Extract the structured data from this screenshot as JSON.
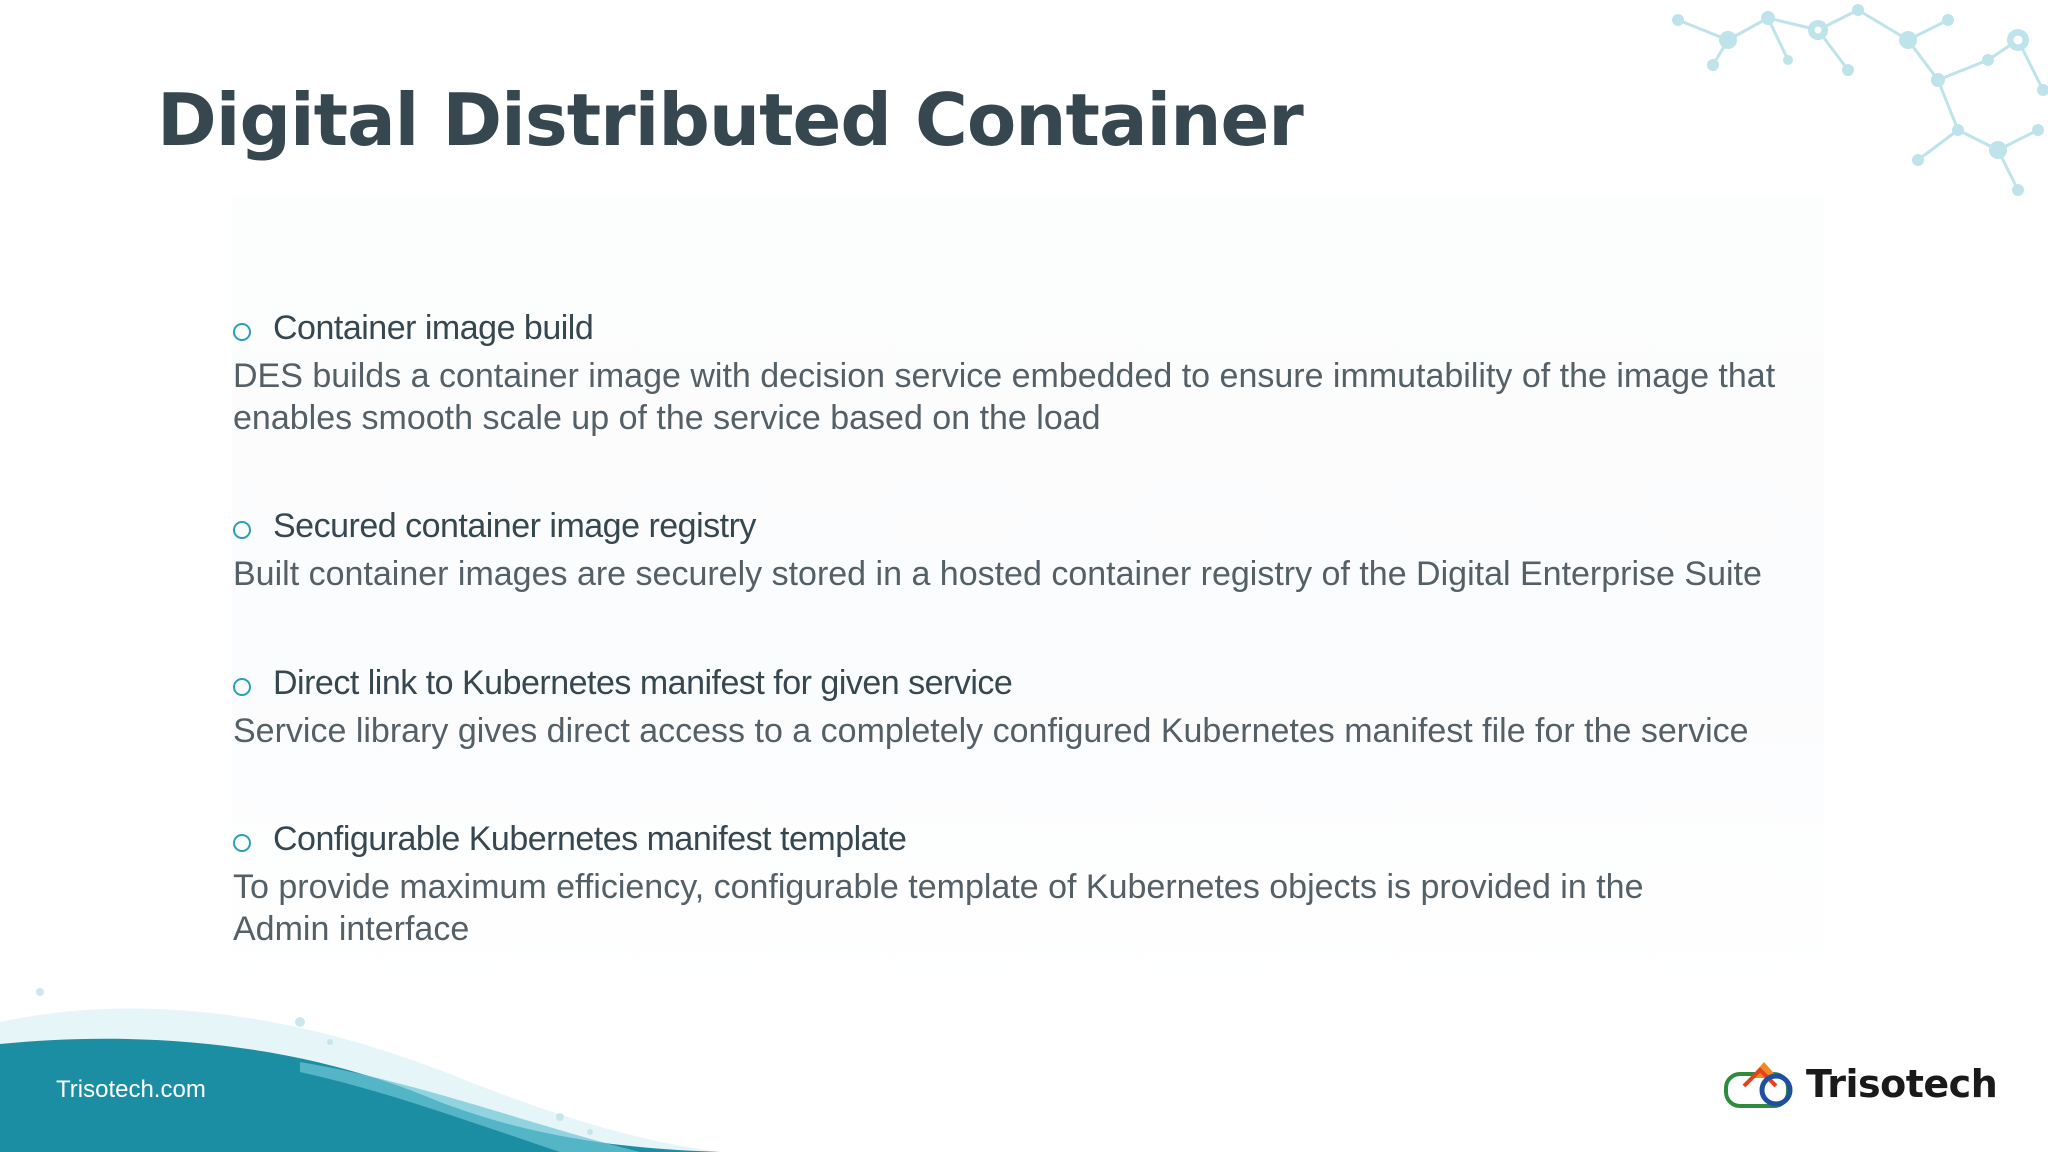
{
  "slide": {
    "title": "Digital Distributed Container",
    "items": [
      {
        "title": "Container image build",
        "description": "DES builds a container image with decision service embedded to ensure immutability of the image that\nenables smooth scale up of the service based on the load"
      },
      {
        "title": "Secured container image registry",
        "description": "Built container images are securely stored in a hosted container registry of the Digital Enterprise Suite"
      },
      {
        "title": "Direct link to Kubernetes manifest for given service",
        "description": "Service library gives direct access to a completely configured Kubernetes manifest file for the service"
      },
      {
        "title": "Configurable Kubernetes manifest template",
        "description": "To provide maximum efficiency, configurable template of Kubernetes objects is provided in the\nAdmin interface"
      }
    ]
  },
  "footer": {
    "link": "Trisotech.com",
    "logo_text": "Trisotech"
  },
  "colors": {
    "title": "#37474f",
    "bullet": "#2aa0b5",
    "wave": "#1b8ea3",
    "network": "#b7e0e8"
  }
}
